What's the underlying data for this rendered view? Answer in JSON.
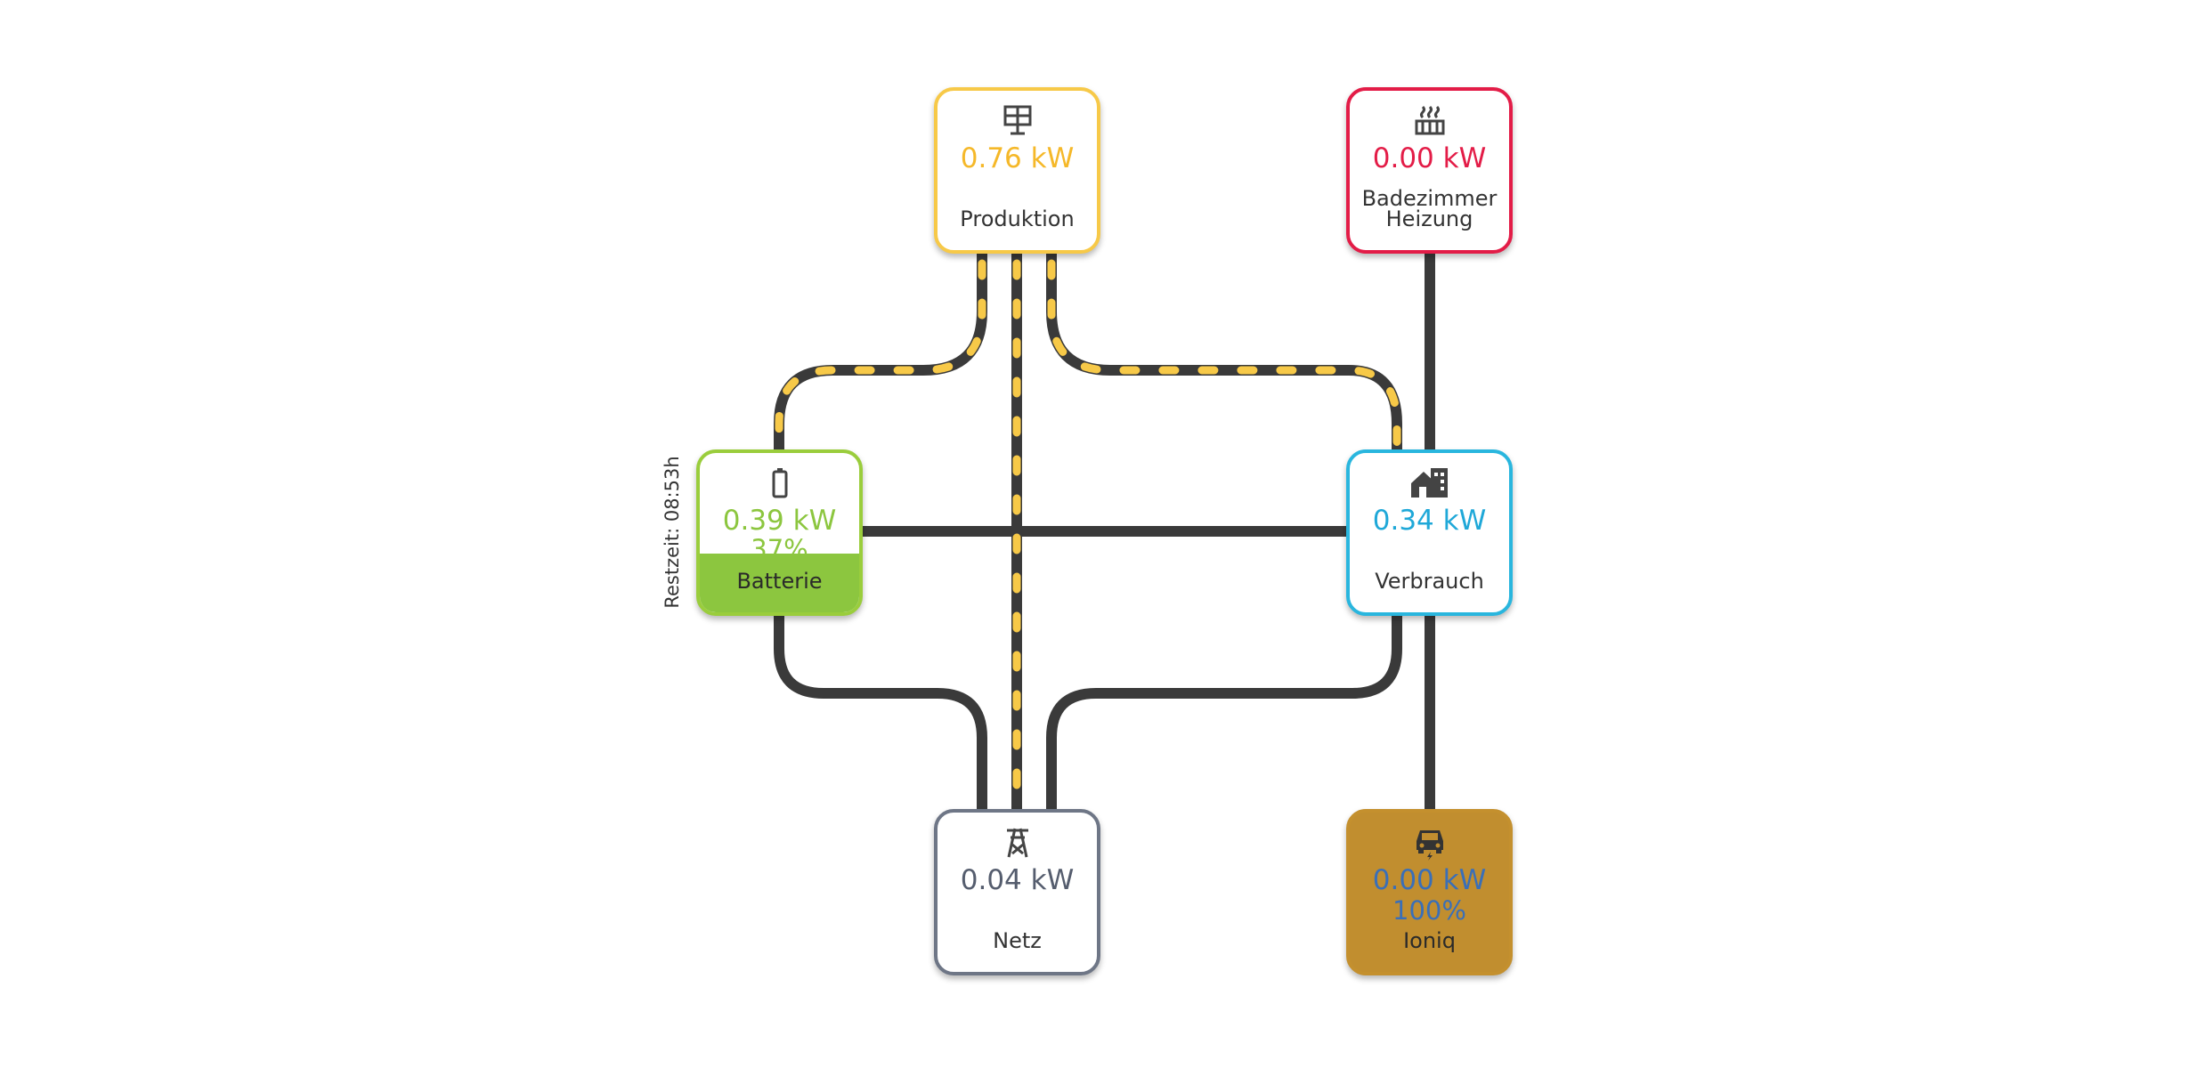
{
  "production": {
    "power": "0.76 kW",
    "label": "Produktion",
    "icon": "solar-panel-icon",
    "color": "#f5b829"
  },
  "heating": {
    "power": "0.00 kW",
    "label_line1": "Badezimmer",
    "label_line2": "Heizung",
    "icon": "heater-icon",
    "color": "#e31c47"
  },
  "battery": {
    "power": "0.39 kW",
    "percent": "37%",
    "label": "Batterie",
    "icon": "battery-icon",
    "color": "#8cc63f",
    "fill_fraction": 0.37,
    "remaining": "Restzeit: 08:53h"
  },
  "consumption": {
    "power": "0.34 kW",
    "label": "Verbrauch",
    "icon": "house-icon",
    "color": "#1fa8d8"
  },
  "grid": {
    "power": "0.04 kW",
    "label": "Netz",
    "icon": "power-pylon-icon",
    "color": "#555d6e"
  },
  "ev": {
    "power": "0.00 kW",
    "percent": "100%",
    "label": "Ioniq",
    "icon": "car-charging-icon",
    "color": "#3a6fb8",
    "background": "#c18e2f"
  },
  "flow_colors": {
    "line": "#3a3a3a",
    "active": "#f7c948"
  }
}
